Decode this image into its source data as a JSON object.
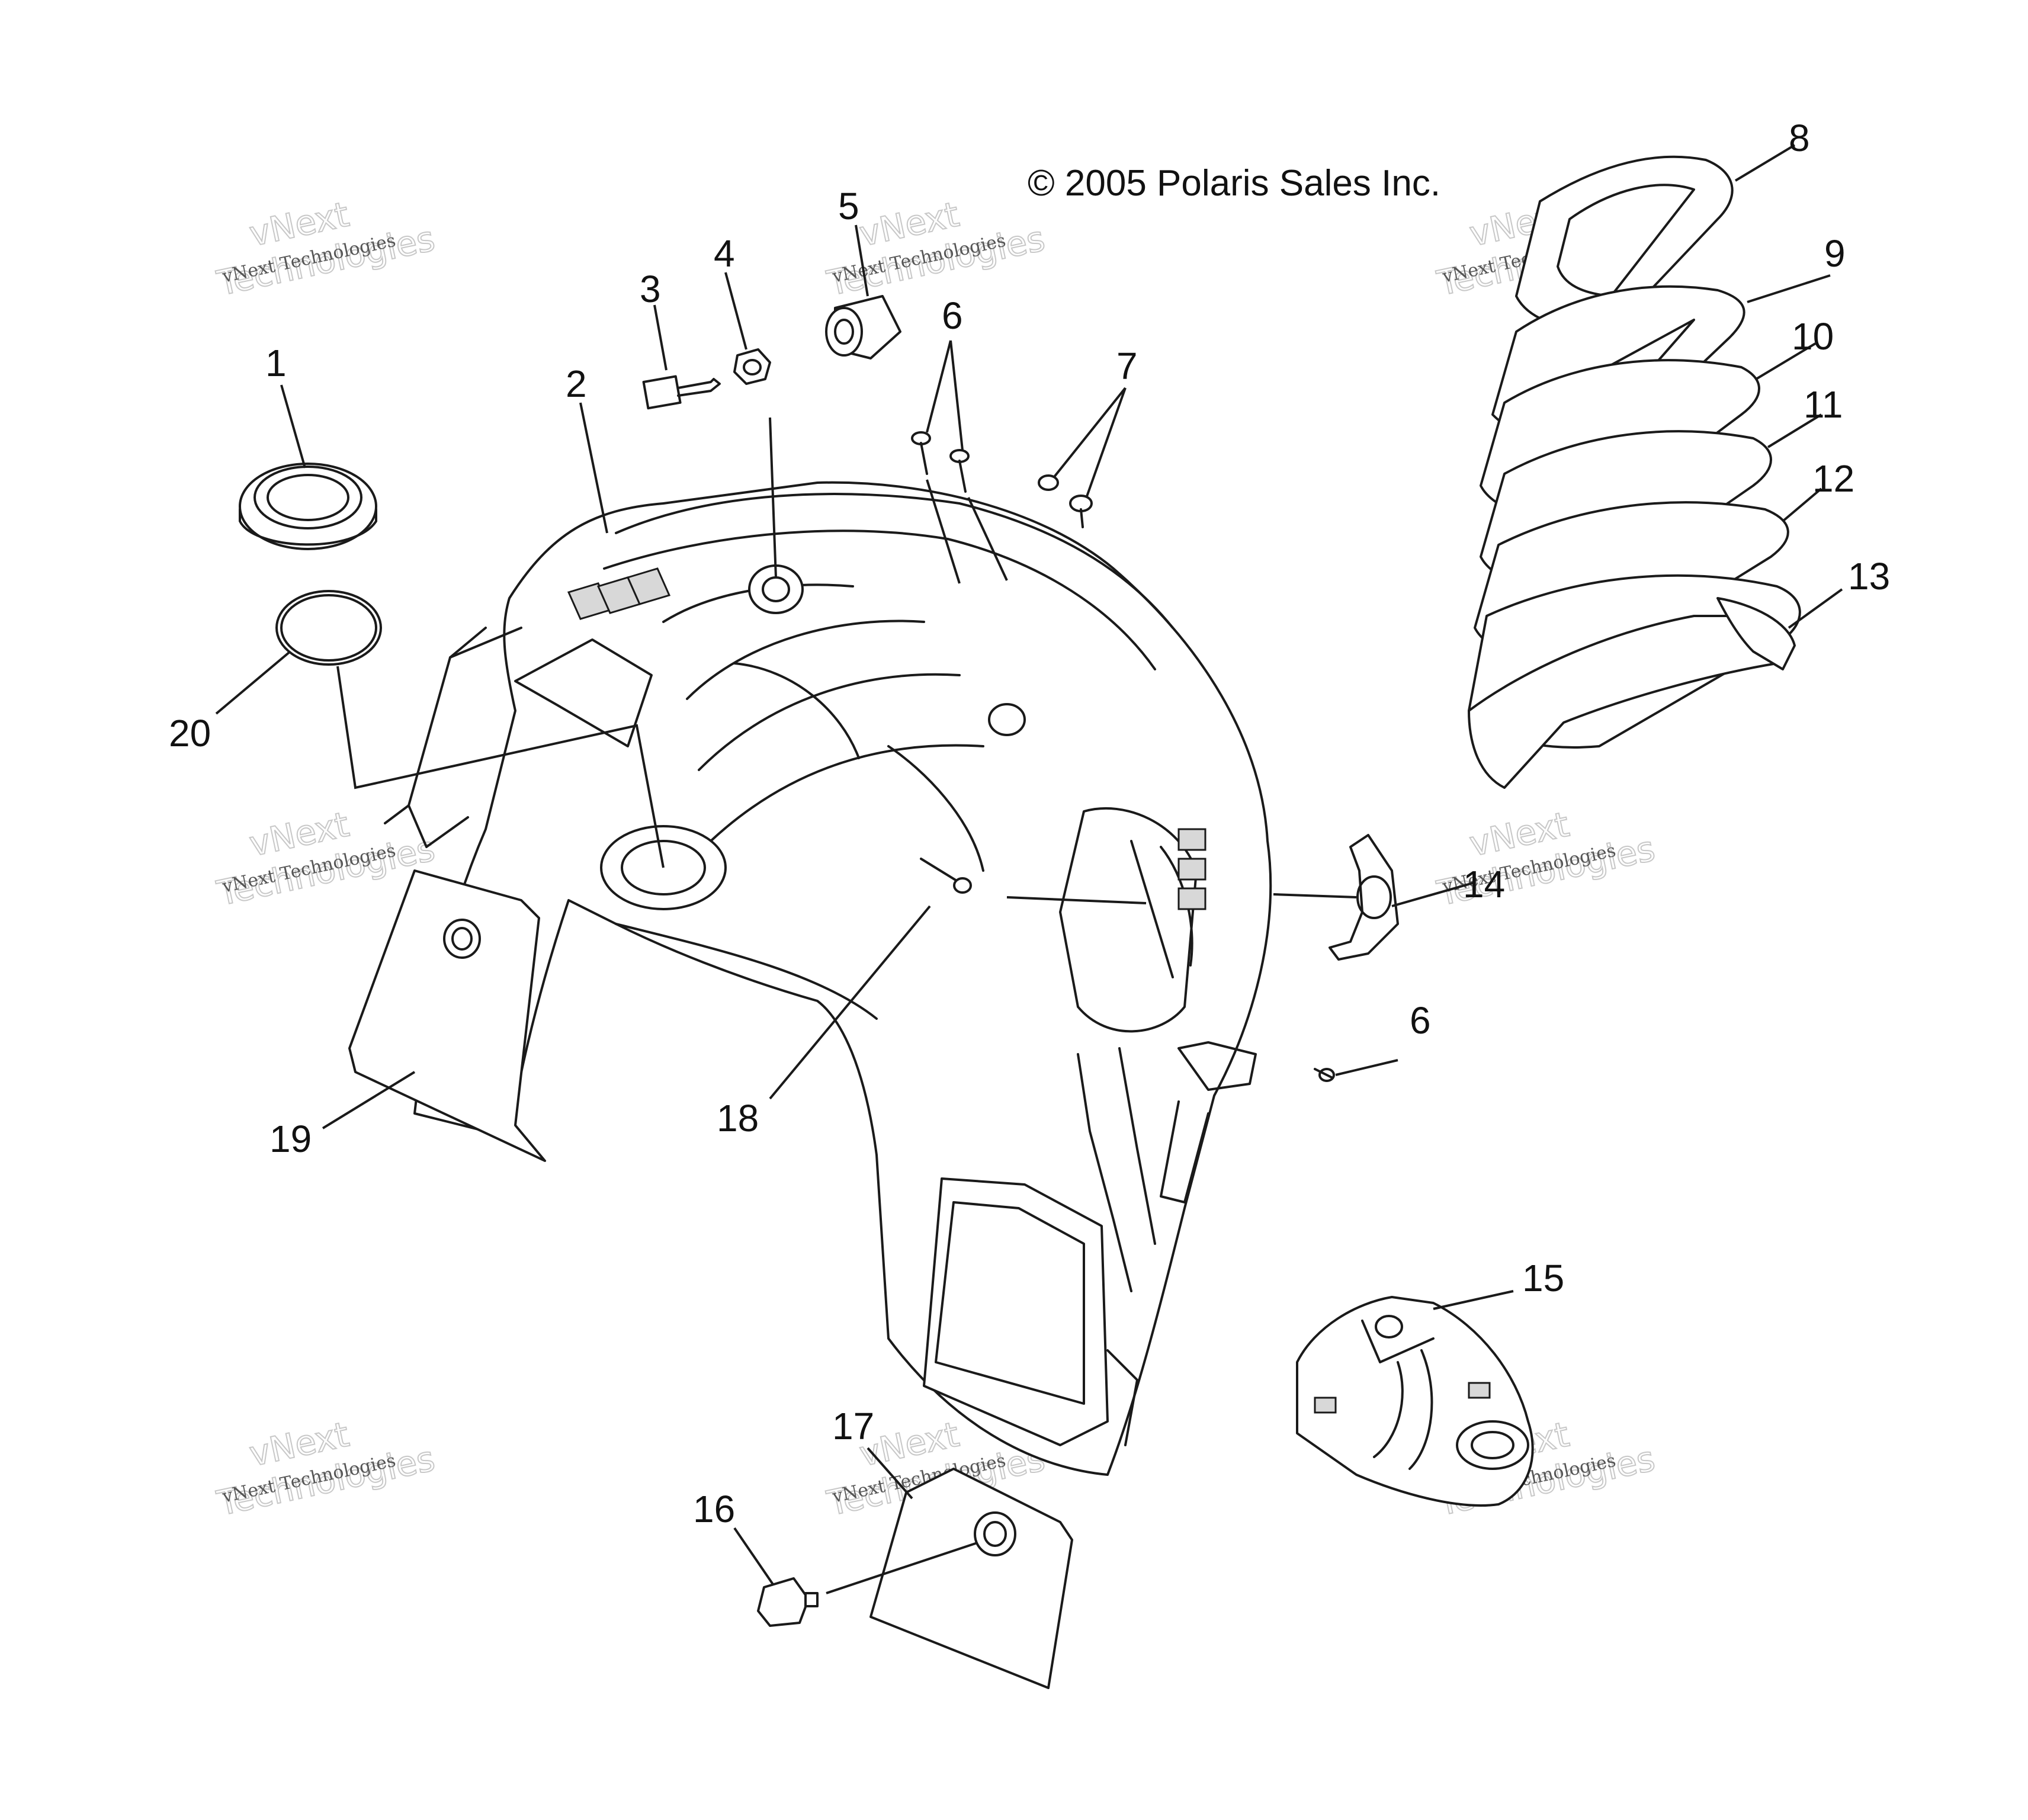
{
  "copyright": "© 2005 Polaris Sales Inc.",
  "watermark": {
    "brand": "vNext",
    "line1": "vNext Technologies",
    "line2": "Technologies"
  },
  "callouts": {
    "c1": "1",
    "c2": "2",
    "c3": "3",
    "c4": "4",
    "c5": "5",
    "c6a": "6",
    "c6b": "6",
    "c7": "7",
    "c8": "8",
    "c9": "9",
    "c10": "10",
    "c11": "11",
    "c12": "12",
    "c13": "13",
    "c14": "14",
    "c15": "15",
    "c16": "16",
    "c17": "17",
    "c18": "18",
    "c19": "19",
    "c20": "20"
  }
}
